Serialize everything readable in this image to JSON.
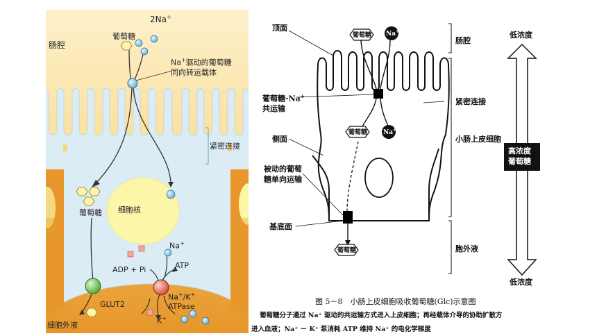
{
  "left": {
    "lumen": "肠腔",
    "two_na": "2Na",
    "two_na_sup": "+",
    "glucose_top": "葡萄糖",
    "symporter_line1_pre": "Na",
    "symporter_line1_sup": "+",
    "symporter_line1_post": "驱动的葡萄糖",
    "symporter_line2": "同向转运载体",
    "tight_junction": "紧密连接",
    "glucose_mid": "葡萄糖",
    "nucleus": "细胞核",
    "na_plus": "Na",
    "na_plus_sup": "+",
    "adp_pi": "ADP + Pi",
    "atp": "ATP",
    "glut2": "GLUT2",
    "pump_line1": "Na",
    "pump_line1_sup": "+",
    "pump_line1_mid": "/K",
    "pump_line1_sup2": "+",
    "pump_line2": "ATPase",
    "k_plus": "K",
    "k_plus_sup": "+",
    "extracellular": "细胞外液",
    "colors": {
      "lumen_top": "#fbe6b0",
      "lumen_bottom": "#f6c25a",
      "cell": "#dcecf5",
      "base": "#e59a2c",
      "nucleus": "#fcf6a8"
    }
  },
  "right": {
    "apical": "顶面",
    "glucose_box_top": "葡萄糖",
    "na_top": "Na",
    "na_top_sup": "+",
    "lumen": "肠腔",
    "cotransport_line1": "葡萄糖-Na",
    "cotransport_line1_sup": "+",
    "cotransport_line2": "共运输",
    "tight_junction": "紧密连接",
    "glucose_box_mid": "葡萄糖",
    "na_mid": "Na",
    "na_mid_sup": "+",
    "lateral": "侧面",
    "epithelial_cell": "小肠上皮细胞",
    "high_conc_line1": "高浓度",
    "high_conc_line2": "葡萄糖",
    "passive_line1": "被动的葡萄",
    "passive_line2": "糖单向运输",
    "basal": "基底面",
    "glucose_box_bottom": "葡萄糖",
    "extracellular": "胞外液",
    "low_conc_top": "低浓度",
    "low_conc_bottom": "低浓度",
    "caption_title": "图 5－8　小肠上皮细胞吸收葡萄糖(Glc)示意图",
    "caption_line1": "葡萄糖分子通过 Na⁺ 驱动的共运输方式进入上皮细胞；再经载体介导的协助扩散方",
    "caption_line2": "进入血液；Na⁺ － K⁺ 泵消耗 ATP 维持 Na⁺ 的电化学梯度"
  }
}
